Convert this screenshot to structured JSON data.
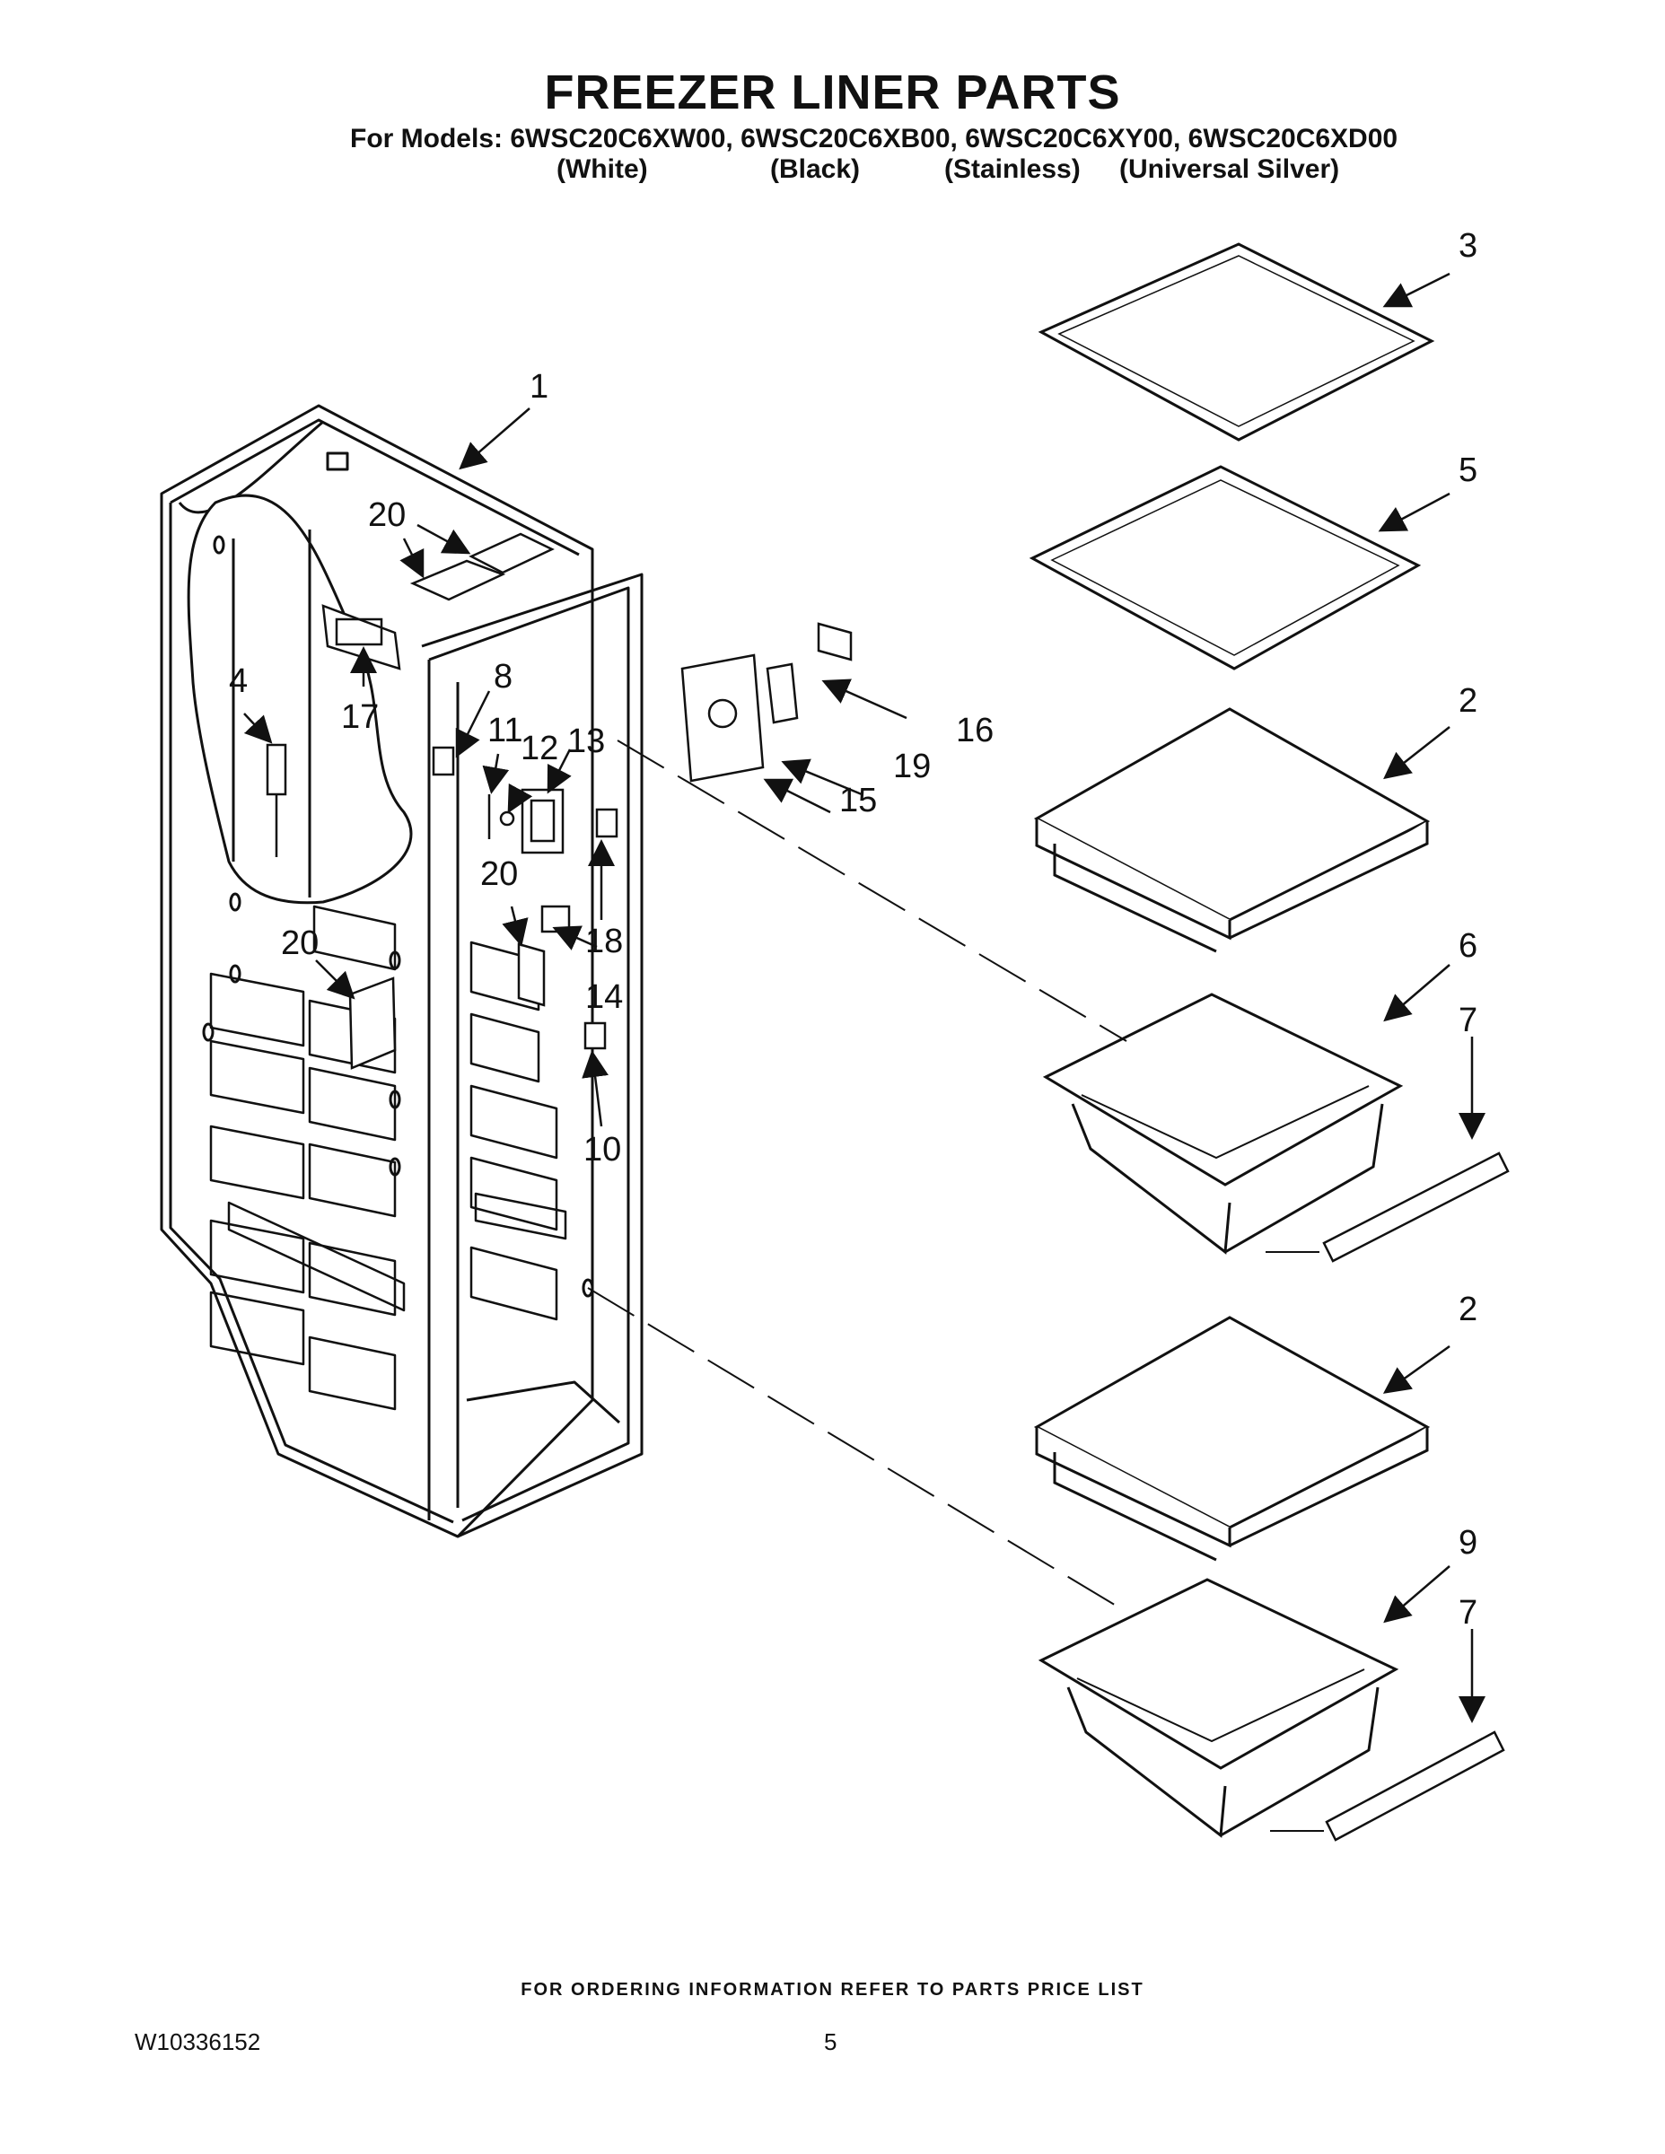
{
  "header": {
    "title": "FREEZER LINER PARTS",
    "models_line": "For Models: 6WSC20C6XW00, 6WSC20C6XB00, 6WSC20C6XY00, 6WSC20C6XD00",
    "finishes": [
      "(White)",
      "(Black)",
      "(Stainless)",
      "(Universal Silver)"
    ]
  },
  "callouts": [
    "1",
    "2",
    "2",
    "3",
    "4",
    "5",
    "6",
    "7",
    "7",
    "8",
    "9",
    "10",
    "11",
    "12",
    "13",
    "14",
    "15",
    "16",
    "17",
    "18",
    "19",
    "20",
    "20",
    "20"
  ],
  "footer": {
    "ordering_note": "FOR ORDERING INFORMATION REFER TO PARTS PRICE LIST",
    "document_number": "W10336152",
    "page_number": "5"
  }
}
